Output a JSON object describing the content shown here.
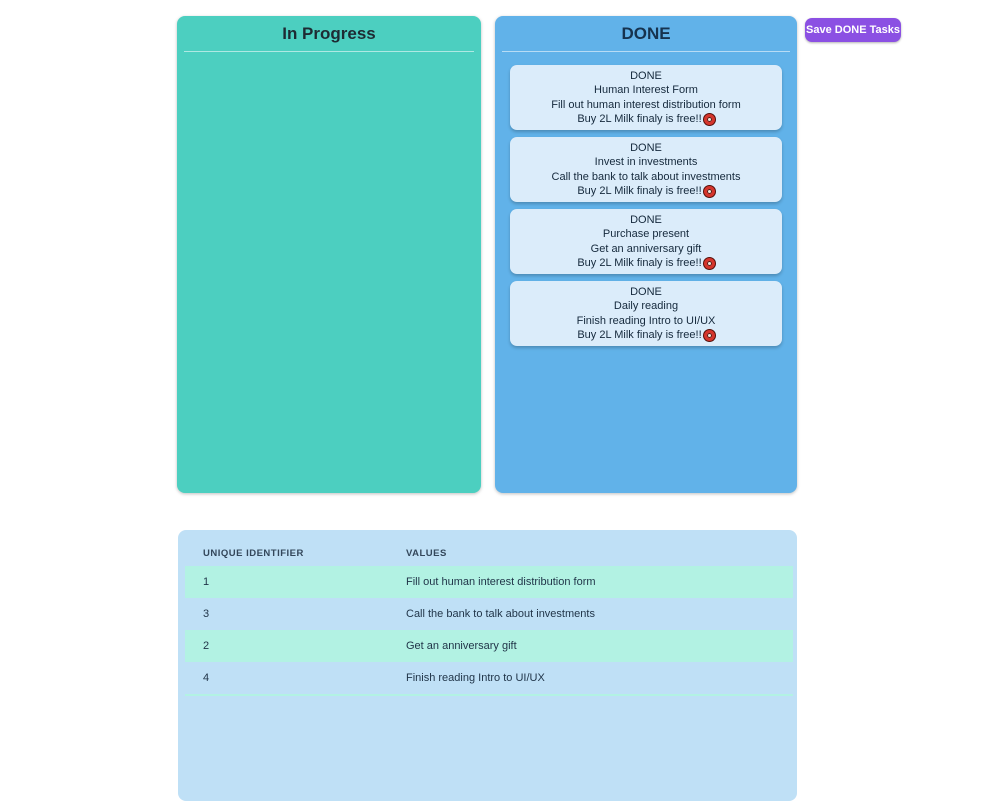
{
  "board": {
    "in_progress": {
      "title": "In Progress"
    },
    "done": {
      "title": "DONE",
      "cards": [
        {
          "status": "DONE",
          "title": "Human Interest Form",
          "description": "Fill out human interest distribution form",
          "note": "Buy 2L Milk finaly is free!!",
          "icon": "red-circle-icon"
        },
        {
          "status": "DONE",
          "title": "Invest in investments",
          "description": "Call the bank to talk about investments",
          "note": "Buy 2L Milk finaly is free!!",
          "icon": "red-circle-icon"
        },
        {
          "status": "DONE",
          "title": "Purchase present",
          "description": "Get an anniversary gift",
          "note": "Buy 2L Milk finaly is free!!",
          "icon": "red-circle-icon"
        },
        {
          "status": "DONE",
          "title": "Daily reading",
          "description": "Finish reading Intro to UI/UX",
          "note": "Buy 2L Milk finaly is free!!",
          "icon": "red-circle-icon"
        }
      ]
    }
  },
  "save_button": {
    "label": "Save DONE Tasks"
  },
  "table": {
    "headers": [
      "UNIQUE IDENTIFIER",
      "VALUES"
    ],
    "rows": [
      {
        "unique_identifier": "1",
        "value": "Fill out human interest distribution form",
        "highlighted": true
      },
      {
        "unique_identifier": "3",
        "value": "Call the bank to talk about investments",
        "highlighted": false
      },
      {
        "unique_identifier": "2",
        "value": "Get an anniversary gift",
        "highlighted": true
      },
      {
        "unique_identifier": "4",
        "value": "Finish reading Intro to UI/UX",
        "highlighted": false
      }
    ]
  },
  "colors": {
    "in_progress_column": "#4ccfc0",
    "done_column": "#61b2e9",
    "card_background": "#dbecfa",
    "table_background": "#bfe0f6",
    "highlight_row": "#b2f2e3",
    "save_button": "#8b50e3"
  }
}
